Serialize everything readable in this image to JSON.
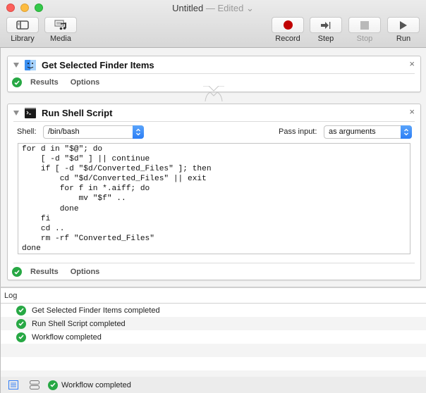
{
  "window": {
    "title": "Untitled",
    "edited": "— Edited",
    "title_chevron": "⌄"
  },
  "toolbar": {
    "library": "Library",
    "media": "Media",
    "record": "Record",
    "step": "Step",
    "stop": "Stop",
    "run": "Run"
  },
  "actions": [
    {
      "title": "Get Selected Finder Items",
      "icon": "finder-icon",
      "close": "×",
      "tabs": {
        "results": "Results",
        "options": "Options"
      },
      "status": "completed"
    },
    {
      "title": "Run Shell Script",
      "icon": "terminal-icon",
      "close": "×",
      "shell_label": "Shell:",
      "shell_value": "/bin/bash",
      "pass_input_label": "Pass input:",
      "pass_input_value": "as arguments",
      "script": "for d in \"$@\"; do\n    [ -d \"$d\" ] || continue\n    if [ -d \"$d/Converted_Files\" ]; then\n        cd \"$d/Converted_Files\" || exit\n        for f in *.aiff; do\n            mv \"$f\" ..\n        done\n    fi\n    cd ..\n    rm -rf \"Converted_Files\"\ndone",
      "tabs": {
        "results": "Results",
        "options": "Options"
      },
      "status": "completed"
    }
  ],
  "log": {
    "header": "Log",
    "entries": [
      "Get Selected Finder Items completed",
      "Run Shell Script completed",
      "Workflow completed"
    ]
  },
  "statusbar": {
    "text": "Workflow completed"
  },
  "colors": {
    "record": "#c00000",
    "success": "#27a844",
    "accent": "#2c7ef5"
  }
}
